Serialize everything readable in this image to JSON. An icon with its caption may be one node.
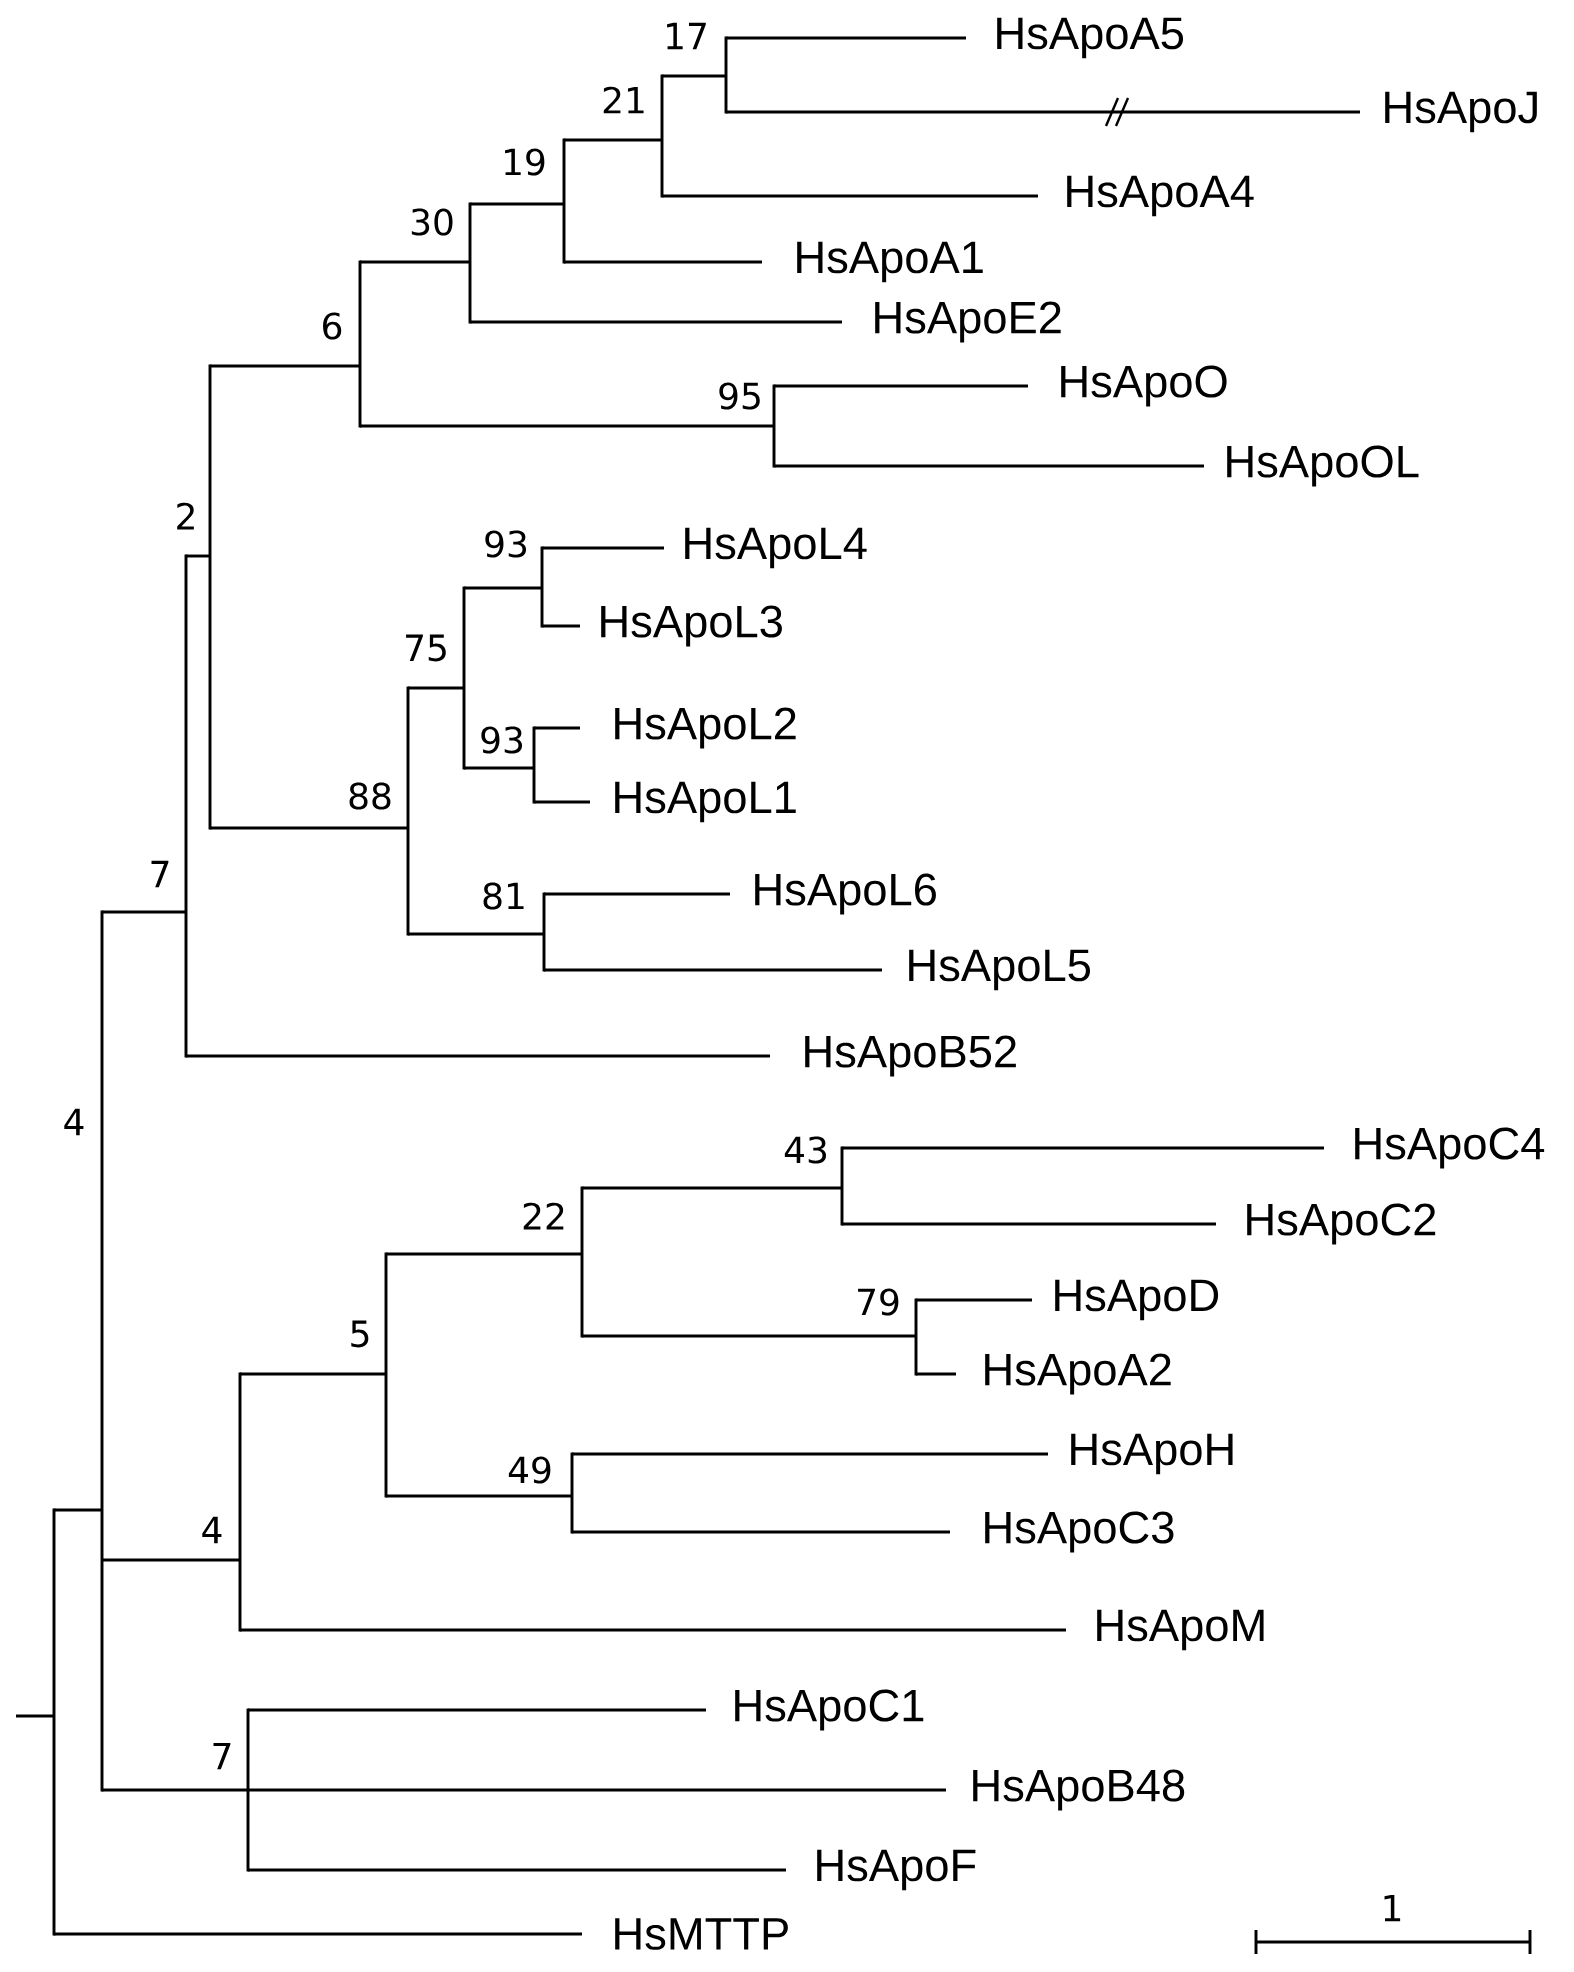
{
  "diagram": {
    "nodes": [
      {
        "text": [],
        "shape": "bar"
      },
      {
        "text": [],
        "shape": "bar",
        "beside": [
          "4"
        ]
      },
      {
        "text": [],
        "shape": "bar",
        "beside": [
          "7"
        ]
      },
      {
        "text": [],
        "shape": "bar",
        "beside": [
          "2"
        ]
      },
      {
        "text": [],
        "shape": "bar",
        "beside": [
          "6"
        ]
      },
      {
        "text": [],
        "shape": "bar",
        "beside": [
          "30"
        ]
      },
      {
        "text": [],
        "shape": "bar",
        "beside": [
          "19"
        ]
      },
      {
        "text": [],
        "shape": "bar",
        "beside": [
          "21"
        ]
      },
      {
        "text": [],
        "shape": "bar",
        "beside": [
          "17"
        ]
      },
      {
        "text": [
          "HsApoA5"
        ]
      },
      {
        "text": [
          "HsApoJ"
        ]
      },
      {
        "text": [
          "HsApoA4"
        ]
      },
      {
        "text": [
          "HsApoA1"
        ]
      },
      {
        "text": [
          "HsApoE2"
        ]
      },
      {
        "text": [],
        "shape": "bar",
        "beside": [
          "95"
        ]
      },
      {
        "text": [
          "HsApoO"
        ]
      },
      {
        "text": [
          "HsApoOL"
        ]
      },
      {
        "text": [],
        "shape": "bar",
        "beside": [
          "88"
        ]
      },
      {
        "text": [],
        "shape": "bar",
        "beside": [
          "75"
        ]
      },
      {
        "text": [],
        "shape": "bar",
        "beside": [
          "93"
        ]
      },
      {
        "text": [
          "HsApoL4"
        ]
      },
      {
        "text": [
          "HsApoL3"
        ]
      },
      {
        "text": [],
        "shape": "bar",
        "beside": [
          "93"
        ]
      },
      {
        "text": [
          "HsApoL2"
        ]
      },
      {
        "text": [
          "HsApoL1"
        ]
      },
      {
        "text": [],
        "shape": "bar",
        "beside": [
          "81"
        ]
      },
      {
        "text": [
          "HsApoL6"
        ]
      },
      {
        "text": [
          "HsApoL5"
        ]
      },
      {
        "text": [
          "HsApoB52"
        ]
      },
      {
        "text": [],
        "shape": "bar",
        "beside": [
          "4"
        ]
      },
      {
        "text": [],
        "shape": "bar",
        "beside": [
          "5"
        ]
      },
      {
        "text": [],
        "shape": "bar",
        "beside": [
          "22"
        ]
      },
      {
        "text": [],
        "shape": "bar",
        "beside": [
          "43"
        ]
      },
      {
        "text": [
          "HsApoC4"
        ]
      },
      {
        "text": [
          "HsApoC2"
        ]
      },
      {
        "text": [],
        "shape": "bar",
        "beside": [
          "79"
        ]
      },
      {
        "text": [
          "HsApoD"
        ]
      },
      {
        "text": [
          "HsApoA2"
        ]
      },
      {
        "text": [],
        "shape": "bar",
        "beside": [
          "49"
        ]
      },
      {
        "text": [
          "HsApoH"
        ]
      },
      {
        "text": [
          "HsApoC3"
        ]
      },
      {
        "text": [
          "HsApoM"
        ]
      },
      {
        "text": [],
        "shape": "bar",
        "beside": [
          "7"
        ]
      },
      {
        "text": [
          "HsApoC1"
        ]
      },
      {
        "text": [
          "HsApoB48"
        ]
      },
      {
        "text": [
          "HsApoF"
        ]
      },
      {
        "text": [
          "HsMTTP"
        ]
      }
    ],
    "edges": [
      {
        "from": null,
        "to": 0,
        "arrow": "none"
      },
      {
        "from": 0,
        "to": 1,
        "arrow": "none"
      },
      {
        "from": 0,
        "to": 46,
        "arrow": "none"
      },
      {
        "from": 1,
        "to": 2,
        "arrow": "none"
      },
      {
        "from": 1,
        "to": 29,
        "arrow": "none"
      },
      {
        "from": 1,
        "to": 42,
        "arrow": "none"
      },
      {
        "from": 2,
        "to": 3,
        "arrow": "none"
      },
      {
        "from": 2,
        "to": 28,
        "arrow": "none"
      },
      {
        "from": 3,
        "to": 4,
        "arrow": "none"
      },
      {
        "from": 3,
        "to": 17,
        "arrow": "none"
      },
      {
        "from": 4,
        "to": 5,
        "arrow": "none"
      },
      {
        "from": 4,
        "to": 14,
        "arrow": "none"
      },
      {
        "from": 5,
        "to": 6,
        "arrow": "none"
      },
      {
        "from": 5,
        "to": 13,
        "arrow": "none"
      },
      {
        "from": 6,
        "to": 7,
        "arrow": "none"
      },
      {
        "from": 6,
        "to": 12,
        "arrow": "none"
      },
      {
        "from": 7,
        "to": 8,
        "arrow": "none"
      },
      {
        "from": 7,
        "to": 11,
        "arrow": "none"
      },
      {
        "from": 8,
        "to": 9,
        "arrow": "none"
      },
      {
        "from": 8,
        "to": 10,
        "arrow": "none"
      },
      {
        "from": 14,
        "to": 15,
        "arrow": "none"
      },
      {
        "from": 14,
        "to": 16,
        "arrow": "none"
      },
      {
        "from": 17,
        "to": 18,
        "arrow": "none"
      },
      {
        "from": 17,
        "to": 25,
        "arrow": "none"
      },
      {
        "from": 18,
        "to": 19,
        "arrow": "none"
      },
      {
        "from": 18,
        "to": 22,
        "arrow": "none"
      },
      {
        "from": 19,
        "to": 20,
        "arrow": "none"
      },
      {
        "from": 19,
        "to": 21,
        "arrow": "none"
      },
      {
        "from": 22,
        "to": 23,
        "arrow": "none"
      },
      {
        "from": 22,
        "to": 24,
        "arrow": "none"
      },
      {
        "from": 25,
        "to": 26,
        "arrow": "none"
      },
      {
        "from": 25,
        "to": 27,
        "arrow": "none"
      },
      {
        "from": 29,
        "to": 30,
        "arrow": "none"
      },
      {
        "from": 29,
        "to": 41,
        "arrow": "none"
      },
      {
        "from": 30,
        "to": 31,
        "arrow": "none"
      },
      {
        "from": 30,
        "to": 38,
        "arrow": "none"
      },
      {
        "from": 31,
        "to": 32,
        "arrow": "none"
      },
      {
        "from": 31,
        "to": 35,
        "arrow": "none"
      },
      {
        "from": 32,
        "to": 33,
        "arrow": "none"
      },
      {
        "from": 32,
        "to": 34,
        "arrow": "none"
      },
      {
        "from": 35,
        "to": 36,
        "arrow": "none"
      },
      {
        "from": 35,
        "to": 37,
        "arrow": "none"
      },
      {
        "from": 38,
        "to": 39,
        "arrow": "none"
      },
      {
        "from": 38,
        "to": 40,
        "arrow": "none"
      },
      {
        "from": 42,
        "to": 43,
        "arrow": "none"
      },
      {
        "from": 42,
        "to": 44,
        "arrow": "none"
      },
      {
        "from": 42,
        "to": 45,
        "arrow": "none"
      }
    ],
    "labels": [
      "1"
    ]
  }
}
